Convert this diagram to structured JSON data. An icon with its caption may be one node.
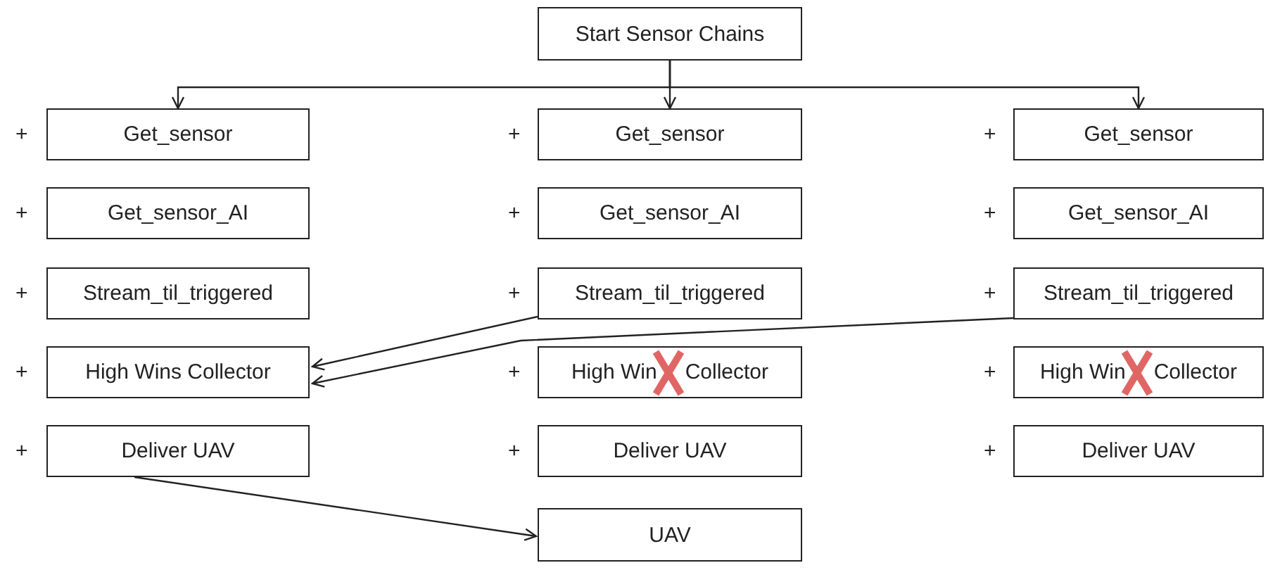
{
  "diagram": {
    "nodes": [
      {
        "text": [
          "Start Sensor Chains"
        ]
      },
      {
        "text": [
          "Get_sensor"
        ]
      },
      {
        "text": [
          "Get_sensor"
        ]
      },
      {
        "text": [
          "Get_sensor"
        ]
      },
      {
        "text": [
          "Get_sensor_AI"
        ]
      },
      {
        "text": [
          "Get_sensor_AI"
        ]
      },
      {
        "text": [
          "Get_sensor_AI"
        ]
      },
      {
        "text": [
          "Stream_til_triggered"
        ]
      },
      {
        "text": [
          "Stream_til_triggered"
        ]
      },
      {
        "text": [
          "Stream_til_triggered"
        ]
      },
      {
        "text": [
          "High Wins Collector"
        ]
      },
      {
        "text": [
          "High Win",
          "Collector"
        ]
      },
      {
        "text": [
          "High Win",
          "Collector"
        ]
      },
      {
        "text": [
          "Deliver UAV"
        ]
      },
      {
        "text": [
          "Deliver UAV"
        ]
      },
      {
        "text": [
          "Deliver UAV"
        ]
      },
      {
        "text": [
          "UAV"
        ]
      }
    ],
    "edges": [
      {
        "from": 0,
        "to": 1,
        "arrow": "to"
      },
      {
        "from": 0,
        "to": 2,
        "arrow": "to"
      },
      {
        "from": 0,
        "to": 3,
        "arrow": "to"
      },
      {
        "from": 8,
        "to": 10,
        "arrow": "to"
      },
      {
        "from": 9,
        "to": 10,
        "arrow": "to"
      },
      {
        "from": 13,
        "to": 16,
        "arrow": "to"
      }
    ],
    "labels": [
      "+",
      "+",
      "+",
      "+",
      "+",
      "+",
      "+",
      "+",
      "+",
      "+",
      "+",
      "+",
      "+",
      "+",
      "+"
    ]
  }
}
